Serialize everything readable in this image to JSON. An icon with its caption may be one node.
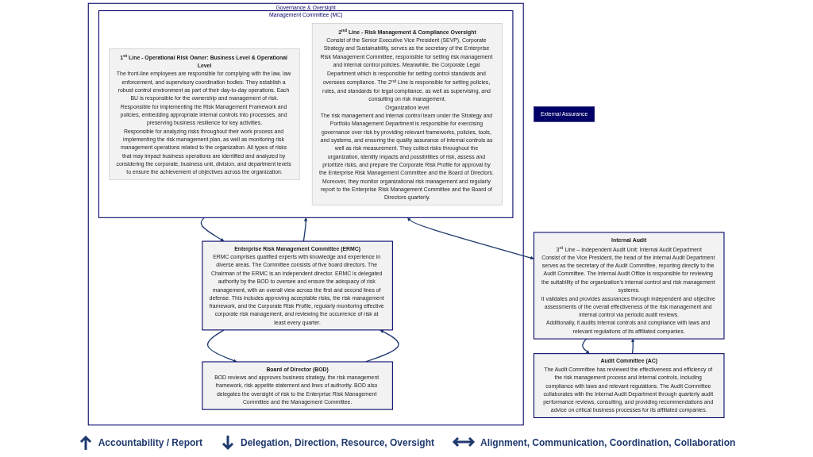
{
  "diagram": {
    "nodes": [
      {
        "text": [
          "Governance & Oversight"
        ]
      },
      {
        "text": [
          "Board of Director (BOD)",
          "BOD reviews and approves business strategy, the risk management framework, risk appetite statement and lines of authority. BOD also delegates the oversight of risk to the Enterprise Risk Management Committee and the Management Committee."
        ],
        "in": 0
      },
      {
        "text": [
          "Enterprise Risk Management Committee (ERMC)",
          "ERMC comprises qualified experts with knowledge and experience in diverse areas. The Committee consists of five board directors. The Chairman of the ERMC is an independent director. ERMC is delegated authority by the BOD to oversee and ensure the adequacy of risk management, with an overall view across the first and second lines of defense. This includes approving acceptable risks, the risk management framework, and the Corporate Risk Profile, regularly monitoring effective corporate risk management, and reviewing the occurrence of risk at least every quarter."
        ],
        "in": 0
      },
      {
        "text": [
          "Management Committee (MC)"
        ],
        "in": 0
      },
      {
        "text": [
          "1$^{st}$ Line - Operational Risk Owner: Business Level & Operational Level",
          "The front-line employees are responsible for complying with the law, law enforcement, and supervisory coordination bodies. They establish a robust control environment as part of their day-to-day operations. Each BU is responsible for the ownership and management of risk.",
          "Responsible for implementing the Risk Management Framework and policies, embedding appropriate internal controls into processes, and preserving business resilience for key activities.",
          "Responsible for analyzing risks throughout their work process and implementing the risk management plan, as well as monitoring risk management operations related to the organization. All types of risks that may impact business operations are identified and analyzed by considering the corporate, business unit, division, and department levels to ensure the achievement of objectives across the organization."
        ],
        "in": 3
      },
      {
        "text": [
          "2$^{nd}$ Line - Risk Management & Compliance Oversight",
          "Consist of the Senior Executive Vice President (SEVP), Corporate Strategy and Sustainability, serves as the secretary of the Enterprise Risk Management Committee, responsible for setting risk management and internal control policies. Meanwhile, the Corporate Legal Department which is responsible for setting control standards and oversees compliance. The 2$^{nd}$ Line is responsible for setting policies, rules, and standards for legal compliance, as well as supervising, and consulting on risk management.",
          "Organization level",
          "The risk management and internal control team under the Strategy and Portfolio Management Department is responsible for exercising governance over risk by providing relevant frameworks, policies, tools, and systems, and ensuring the quality assurance of internal controls as well as risk measurement. They collect risks throughout the organization, identify impacts and possibilities of risk, assess and prioritize risks, and prepare the Corporate Risk Profile for approval by the Enterprise Risk Management Committee and the Board of Directors. Moreover, they monitor organizational risk management and regularly report to the Enterprise Risk Management Committee and the Board of Directors quarterly."
        ],
        "in": 3
      },
      {
        "text": [
          "Audit Committee (AC)",
          "The Audit Committee has reviewed the effectiveness and efficiency of the risk management process and internal controls, including compliance with laws and relevant regulations. The Audit Committee collaborates with the Internal Audit Department through quarterly audit performance reviews, consulting, and providing recommendations and advice on critical business processes for its affiliated companies."
        ]
      },
      {
        "text": [
          "Internal Audit",
          "3$^{rd}$ Line – Independent Audit Unit: Internal Audit Department",
          "Consist of the Vice President, the head of the Internal Audit Department serves as the secretary of the Audit Committee, reporting directly to the Audit Committee. The Internal Audit Office is responsible for reviewing the suitability of the organization's internal control and risk management systems.",
          "It validates and provides assurances through independent and objective assessments of the overall effectiveness of the risk management and internal control via periodic audit reviews.",
          "Additionally, it audits internal controls and compliance with laws and relevant regulations of its affiliated companies."
        ]
      },
      {
        "text": [
          "External Assurance"
        ]
      }
    ],
    "edges": [
      {
        "from": 1,
        "to": 2,
        "arrow": "to"
      },
      {
        "from": 2,
        "to": 1,
        "arrow": "to"
      },
      {
        "from": 2,
        "to": 3,
        "arrow": "to"
      },
      {
        "from": 3,
        "to": 2,
        "arrow": "to"
      },
      {
        "from": 6,
        "to": 7,
        "arrow": "to"
      },
      {
        "from": 7,
        "to": 6,
        "arrow": "to"
      },
      {
        "from": 3,
        "to": 7,
        "arrow": "both"
      }
    ],
    "legend": [
      {
        "text": "Accountability / Report"
      },
      {
        "text": "Delegation, Direction, Resource, Oversight"
      },
      {
        "text": "Alignment, Communication, Coordination, Collaboration"
      }
    ]
  }
}
